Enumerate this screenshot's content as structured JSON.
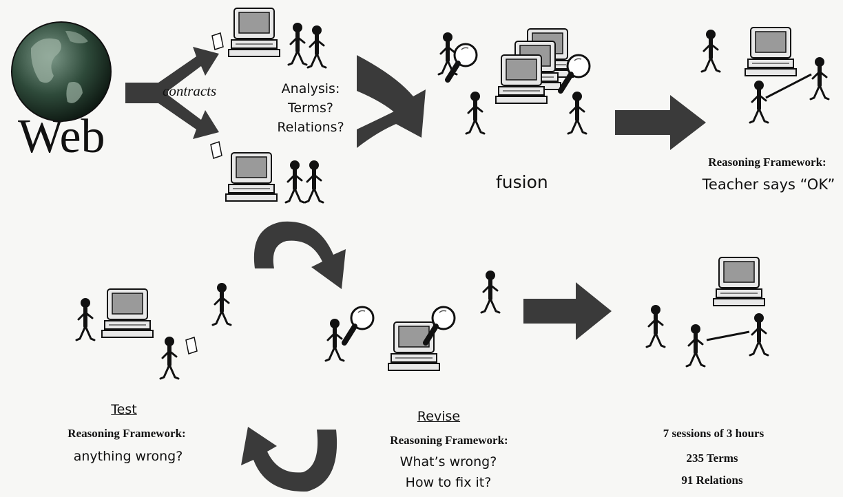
{
  "web": {
    "label": "Web"
  },
  "contracts": {
    "label": "contracts"
  },
  "analysis": {
    "line1": "Analysis:",
    "line2": "Terms?",
    "line3": "Relations?"
  },
  "fusion": {
    "label": "fusion"
  },
  "teacher": {
    "heading": "Reasoning Framework:",
    "text": "Teacher says “OK”"
  },
  "test": {
    "title": "Test",
    "heading": "Reasoning Framework:",
    "text": "anything wrong?"
  },
  "revise": {
    "title": "Revise",
    "heading": "Reasoning Framework:",
    "q1": "What’s wrong?",
    "q2": "How to fix it?"
  },
  "results": {
    "sessions": "7 sessions of 3 hours",
    "terms": "235 Terms",
    "relations": "91 Relations"
  },
  "colors": {
    "ink": "#111111",
    "arrow": "#3a3a3a",
    "screen": "#9a9a9a",
    "globe": "#2e4a3a",
    "paper": "#f7f7f5"
  }
}
